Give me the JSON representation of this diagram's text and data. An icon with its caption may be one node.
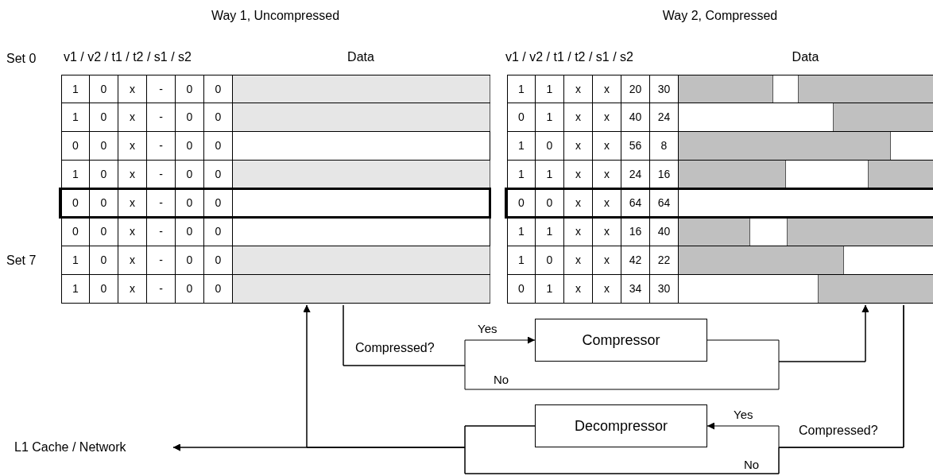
{
  "diagram": {
    "nodes": [
      {
        "text": [
          "Way 1, Uncompressed"
        ]
      },
      {
        "text": [
          "Way 2, Compressed"
        ]
      },
      {
        "text": [
          "Compressor"
        ]
      },
      {
        "text": [
          "Decompressor"
        ]
      },
      {
        "text": [
          "L1 Cache / Network"
        ]
      }
    ],
    "edges": [
      {
        "from": 0,
        "to": 2,
        "arrow": "to",
        "label": "Yes"
      },
      {
        "from": 0,
        "to": 1,
        "arrow": "to",
        "label": "No"
      },
      {
        "from": 2,
        "to": 1,
        "arrow": "to"
      },
      {
        "from": 1,
        "to": 3,
        "arrow": "to",
        "label": "Yes"
      },
      {
        "from": 1,
        "to": 4,
        "arrow": "to",
        "label": "No"
      },
      {
        "from": 3,
        "to": 4,
        "arrow": "to"
      },
      {
        "from": 3,
        "to": 0,
        "arrow": "to"
      },
      {
        "from": 1,
        "to": 0,
        "arrow": "to"
      }
    ],
    "labels": [
      "Set 0",
      "v1 / v2 / t1 / t2 / s1 / s2",
      "Data",
      "v1 / v2 / t1 / t2 / s1 / s2",
      "Data",
      "Set 7",
      "1",
      "0",
      "x",
      "-",
      "0",
      "0",
      "1",
      "0",
      "x",
      "-",
      "0",
      "0",
      "0",
      "0",
      "x",
      "-",
      "0",
      "0",
      "1",
      "0",
      "x",
      "-",
      "0",
      "0",
      "0",
      "0",
      "x",
      "-",
      "0",
      "0",
      "0",
      "0",
      "x",
      "-",
      "0",
      "0",
      "1",
      "0",
      "x",
      "-",
      "0",
      "0",
      "1",
      "0",
      "x",
      "-",
      "0",
      "0",
      "1",
      "1",
      "x",
      "x",
      "20",
      "30",
      "0",
      "1",
      "x",
      "x",
      "40",
      "24",
      "1",
      "0",
      "x",
      "x",
      "56",
      "8",
      "1",
      "1",
      "x",
      "x",
      "24",
      "16",
      "0",
      "0",
      "x",
      "x",
      "64",
      "64",
      "1",
      "1",
      "x",
      "x",
      "16",
      "40",
      "1",
      "0",
      "x",
      "x",
      "42",
      "22",
      "0",
      "1",
      "x",
      "x",
      "34",
      "30",
      "Compressed?",
      "Compressed?"
    ]
  }
}
